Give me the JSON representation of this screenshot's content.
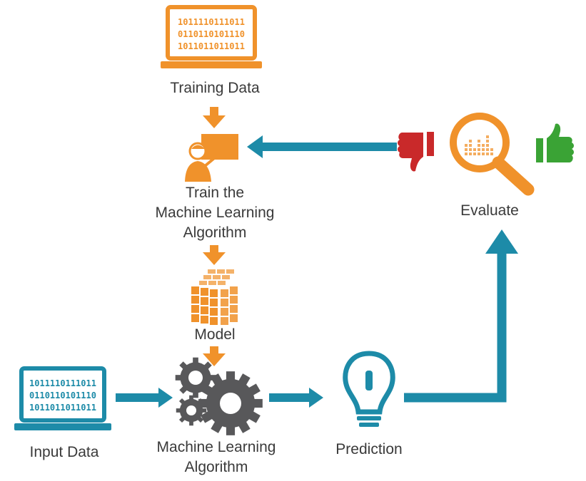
{
  "nodes": {
    "training_data": {
      "label": "Training Data",
      "binary": [
        "1011110111011",
        "0110110101110",
        "1011011011011"
      ]
    },
    "train_algorithm": {
      "lines": [
        "Train the",
        "Machine Learning",
        "Algorithm"
      ]
    },
    "model": {
      "label": "Model"
    },
    "input_data": {
      "label": "Input Data",
      "binary": [
        "1011110111011",
        "0110110101110",
        "1011011011011"
      ]
    },
    "ml_algorithm": {
      "lines": [
        "Machine Learning",
        "Algorithm"
      ]
    },
    "prediction": {
      "label": "Prediction"
    },
    "evaluate": {
      "label": "Evaluate"
    }
  },
  "colors": {
    "orange": "#f0922b",
    "teal": "#1d8ba8",
    "gray": "#58585a",
    "red": "#c9292a",
    "green": "#3aa335",
    "text": "#3a3a3a"
  },
  "icons": {
    "training_data": "laptop-binary-icon",
    "train_algorithm": "trainer-presentation-icon",
    "model": "cube-grid-icon",
    "input_data": "laptop-binary-icon",
    "ml_algorithm": "gears-icon",
    "prediction": "lightbulb-icon",
    "evaluate": "magnifier-chart-icon",
    "negative": "thumbs-down-icon",
    "positive": "thumbs-up-icon"
  }
}
